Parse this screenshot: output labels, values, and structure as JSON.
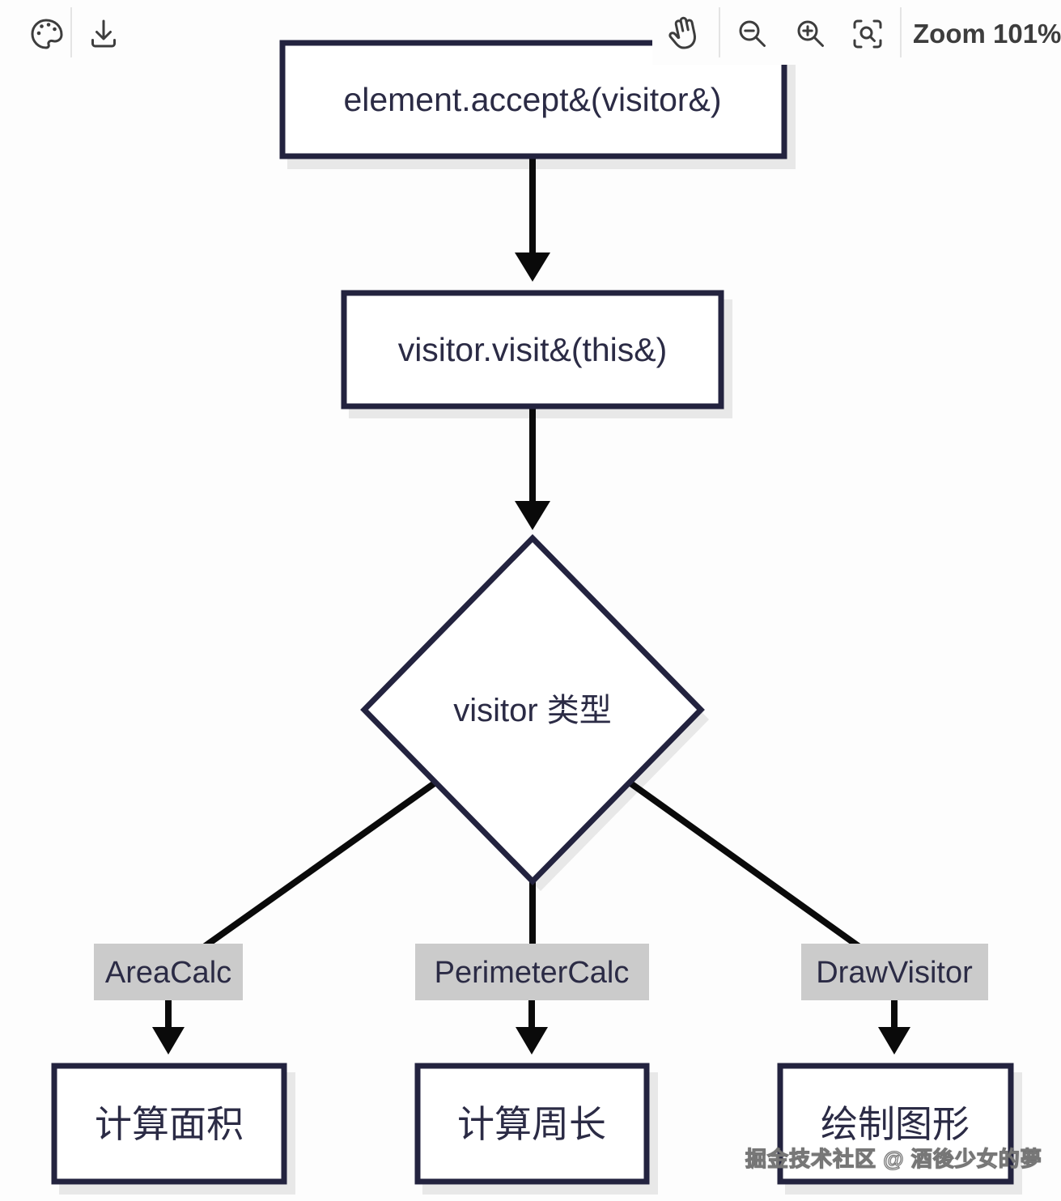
{
  "toolbar": {
    "zoom_label": "Zoom 101%",
    "icons": [
      "palette",
      "download",
      "pan-hand",
      "zoom-out",
      "zoom-in",
      "fit-view"
    ]
  },
  "diagram": {
    "nodes": [
      {
        "id": "accept",
        "shape": "rect",
        "label": "element.accept&(visitor&)"
      },
      {
        "id": "visit",
        "shape": "rect",
        "label": "visitor.visit&(this&)"
      },
      {
        "id": "decision",
        "shape": "diamond",
        "label": "visitor 类型"
      },
      {
        "id": "calc-area",
        "shape": "rect",
        "label": "计算面积"
      },
      {
        "id": "calc-perimeter",
        "shape": "rect",
        "label": "计算周长"
      },
      {
        "id": "draw-shape",
        "shape": "rect",
        "label": "绘制图形"
      }
    ],
    "edges": [
      {
        "from": "accept",
        "to": "visit",
        "label": ""
      },
      {
        "from": "visit",
        "to": "decision",
        "label": ""
      },
      {
        "from": "decision",
        "to": "calc-area",
        "label": "AreaCalc"
      },
      {
        "from": "decision",
        "to": "calc-perimeter",
        "label": "PerimeterCalc"
      },
      {
        "from": "decision",
        "to": "draw-shape",
        "label": "DrawVisitor"
      }
    ],
    "colors": {
      "node_border": "#23233f",
      "node_fill": "#ffffff",
      "node_text": "#2b2b45",
      "edge": "#0a0a0a",
      "edge_label_bg": "#cbcbcb",
      "shadow": "#e8e8e8",
      "toolbar_icon": "#3d3d3d"
    }
  },
  "watermark": {
    "text": "掘金技术社区 @ 酒後少女的夢"
  }
}
